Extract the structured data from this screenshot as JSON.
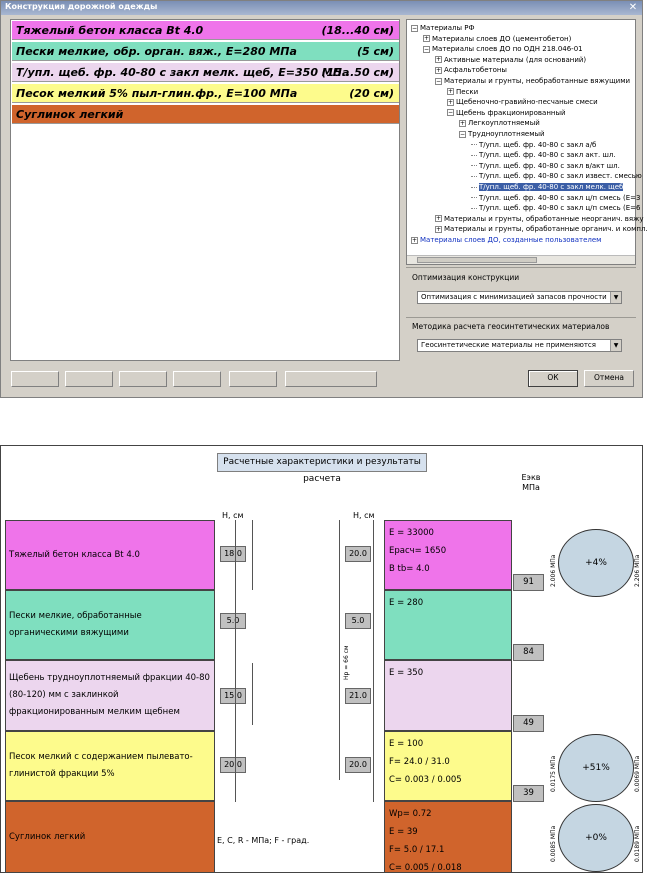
{
  "dialog": {
    "title": "Конструкция дорожной одежды",
    "close_icon": "close-icon",
    "layers": [
      {
        "name": "Тяжелый бетон класса Bt 4.0",
        "thickness": "(18...40 см)",
        "color": "#ef74ea"
      },
      {
        "name": "Пески мелкие, обр. орган. вяж., Е=280 МПа",
        "thickness": "(5 см)",
        "color": "#7fdfbf"
      },
      {
        "name": "Т/упл. щеб. фр. 40-80 с закл мелк. щеб, Е=350 МПа",
        "thickness": "(15...50 см)",
        "color": "#ecd6ee"
      },
      {
        "name": "Песок мелкий 5% пыл-глин.фр., Е=100 МПа",
        "thickness": "(20 см)",
        "color": "#fdfb8c"
      },
      {
        "name": "Суглинок легкий",
        "thickness": "",
        "color": "#d0642c"
      }
    ],
    "tree": [
      {
        "label": "Материалы РФ",
        "level": 0,
        "toggle": "−"
      },
      {
        "label": "Материалы слоев ДО (цементобетон)",
        "level": 1,
        "toggle": "+"
      },
      {
        "label": "Материалы слоев ДО по ОДН 218.046-01",
        "level": 1,
        "toggle": "−"
      },
      {
        "label": "Активные материалы (для оснований)",
        "level": 2,
        "toggle": "+"
      },
      {
        "label": "Асфальтобетоны",
        "level": 2,
        "toggle": "+"
      },
      {
        "label": "Материалы и грунты, необработанные вяжущими",
        "level": 2,
        "toggle": "−"
      },
      {
        "label": "Пески",
        "level": 3,
        "toggle": "+"
      },
      {
        "label": "Щебеночно-гравийно-песчаные смеси",
        "level": 3,
        "toggle": "+"
      },
      {
        "label": "Щебень фракционированный",
        "level": 3,
        "toggle": "−"
      },
      {
        "label": "Легкоуплотняемый",
        "level": 4,
        "toggle": "+"
      },
      {
        "label": "Трудноуплотняемый",
        "level": 4,
        "toggle": "−"
      },
      {
        "label": "Т/упл. щеб. фр. 40-80 с закл а/б",
        "level": 5,
        "toggle": ""
      },
      {
        "label": "Т/упл. щеб. фр. 40-80 с закл акт. шл.",
        "level": 5,
        "toggle": ""
      },
      {
        "label": "Т/упл. щеб. фр. 40-80 с закл в/акт шл.",
        "level": 5,
        "toggle": ""
      },
      {
        "label": "Т/упл. щеб. фр. 40-80 с закл извест. смесью",
        "level": 5,
        "toggle": ""
      },
      {
        "label": "Т/упл. щеб. фр. 40-80 с закл мелк. щеб",
        "level": 5,
        "toggle": "",
        "selected": true
      },
      {
        "label": "Т/упл. щеб. фр. 40-80 с закл ц/п смесь (Е=3",
        "level": 5,
        "toggle": ""
      },
      {
        "label": "Т/упл. щеб. фр. 40-80 с закл ц/п смесь (Е=6",
        "level": 5,
        "toggle": ""
      },
      {
        "label": "Материалы и грунты, обработанные неорганич. вяжу",
        "level": 2,
        "toggle": "+"
      },
      {
        "label": "Материалы и грунты, обработанные органич. и компл.",
        "level": 2,
        "toggle": "+"
      },
      {
        "label": "Материалы слоев ДО, созданные пользователем",
        "level": 0,
        "toggle": "+",
        "user": true
      }
    ],
    "optimization": {
      "label": "Оптимизация конструкции",
      "value": "Оптимизация с минимизацией запасов прочности"
    },
    "geosynth": {
      "label": "Методика расчета геосинтетических материалов",
      "value": "Геосинтетические материалы не применяются"
    },
    "ok_label": "ОК",
    "cancel_label": "Отмена"
  },
  "results": {
    "title": "Расчетные характеристики и результаты расчета",
    "h_label_left": "Н, см",
    "h_label_mid": "Н, см",
    "e_header": "Еэкв\nМПа",
    "hp_label": "Нр = 66 см",
    "legend_note": "Е, С, R - МПа; F - град.",
    "layers": [
      {
        "name": "Тяжелый бетон класса Bt 4.0",
        "h_left": "18.0",
        "h_mid": "20.0",
        "props": [
          "E = 33000",
          "Eрасч= 1650",
          "B tb= 4.0"
        ],
        "eekv": "91",
        "color": "#ef74ea"
      },
      {
        "name": "Пески мелкие, обработанные органическими вяжущими",
        "h_left": "5.0",
        "h_mid": "5.0",
        "props": [
          "E = 280"
        ],
        "eekv": "84",
        "color": "#7fdfbf"
      },
      {
        "name": "Щебень трудноуплотняемый фракции 40-80 (80-120) мм с заклинкой фракционированным мелким щебнем",
        "h_left": "15.0",
        "h_mid": "21.0",
        "props": [
          "E = 350"
        ],
        "eekv": "49",
        "color": "#ecd6ee"
      },
      {
        "name": "Песок мелкий с содержанием пылевато-глинистой фракции 5%",
        "h_left": "20.0",
        "h_mid": "20.0",
        "props": [
          "E = 100",
          "F= 24.0 / 31.0",
          "C= 0.003 / 0.005"
        ],
        "eekv": "39",
        "color": "#fdfb8c"
      },
      {
        "name": "Суглинок легкий",
        "props": [
          "Wp= 0.72",
          "E = 39",
          "F= 5.0 / 17.1",
          "C= 0.005 / 0.018"
        ],
        "color": "#d0642c"
      }
    ],
    "circles": [
      {
        "value": "+4%",
        "left_label": "2.006 МПа",
        "right_label": "2.206 МПа"
      },
      {
        "value": "+51%",
        "left_label": "0.0175 МПа",
        "right_label": "0.0069 МПа"
      },
      {
        "value": "+0%",
        "left_label": "0.0085 МПа",
        "right_label": "0.0189 МПа"
      }
    ]
  }
}
